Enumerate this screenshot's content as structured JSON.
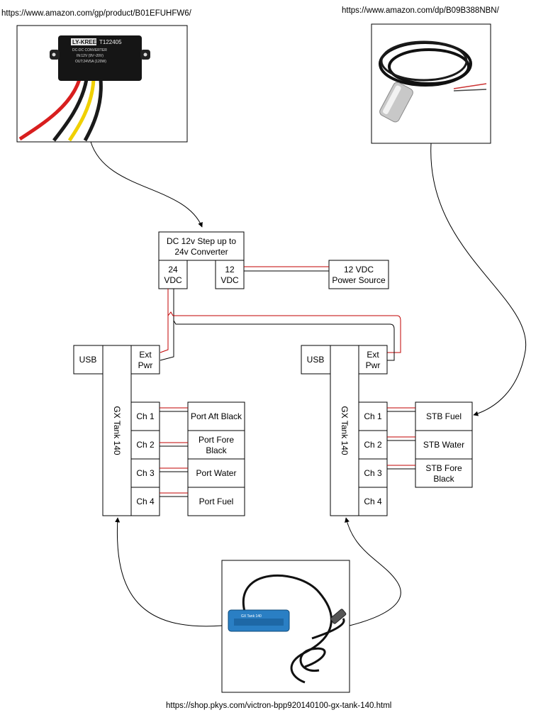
{
  "links": {
    "converter_url": "https://www.amazon.com/gp/product/B01EFUHFW6/",
    "sensor_url": "https://www.amazon.com/dp/B09B388NBN/",
    "gx_tank_url": "https://shop.pkys.com/victron-bpp920140100-gx-tank-140.html"
  },
  "converter": {
    "title_line1": "DC 12v Step up to",
    "title_line2": "24v Converter",
    "out_line1": "24",
    "out_line2": "VDC",
    "in_line1": "12",
    "in_line2": "VDC",
    "photo_brand": "LY-KREE",
    "photo_model": "T122405",
    "photo_line1": "DC-DC        CONVERTER",
    "photo_line2": "IN:12V  (9V~20V)",
    "photo_line3": "OUT:24V5A  (120W)"
  },
  "power_source": {
    "line1": "12 VDC",
    "line2": "Power Source"
  },
  "gx_left": {
    "label": "GX Tank 140",
    "usb": "USB",
    "ext_line1": "Ext",
    "ext_line2": "Pwr",
    "channels": [
      "Ch 1",
      "Ch 2",
      "Ch 3",
      "Ch 4"
    ],
    "tanks": [
      {
        "line1": "Port Aft Black",
        "line2": ""
      },
      {
        "line1": "Port Fore",
        "line2": "Black"
      },
      {
        "line1": "Port Water",
        "line2": ""
      },
      {
        "line1": "Port Fuel",
        "line2": ""
      }
    ]
  },
  "gx_right": {
    "label": "GX Tank 140",
    "usb": "USB",
    "ext_line1": "Ext",
    "ext_line2": "Pwr",
    "channels": [
      "Ch 1",
      "Ch 2",
      "Ch 3",
      "Ch 4"
    ],
    "tanks": [
      {
        "line1": "STB Fuel",
        "line2": ""
      },
      {
        "line1": "STB Water",
        "line2": ""
      },
      {
        "line1": "STB Fore",
        "line2": "Black"
      }
    ]
  },
  "gx_photo": {
    "device_label": "GX Tank 140"
  },
  "colors": {
    "wire_positive": "#c00000",
    "wire_negative": "#000000",
    "device_blue": "#2a7fc4"
  }
}
